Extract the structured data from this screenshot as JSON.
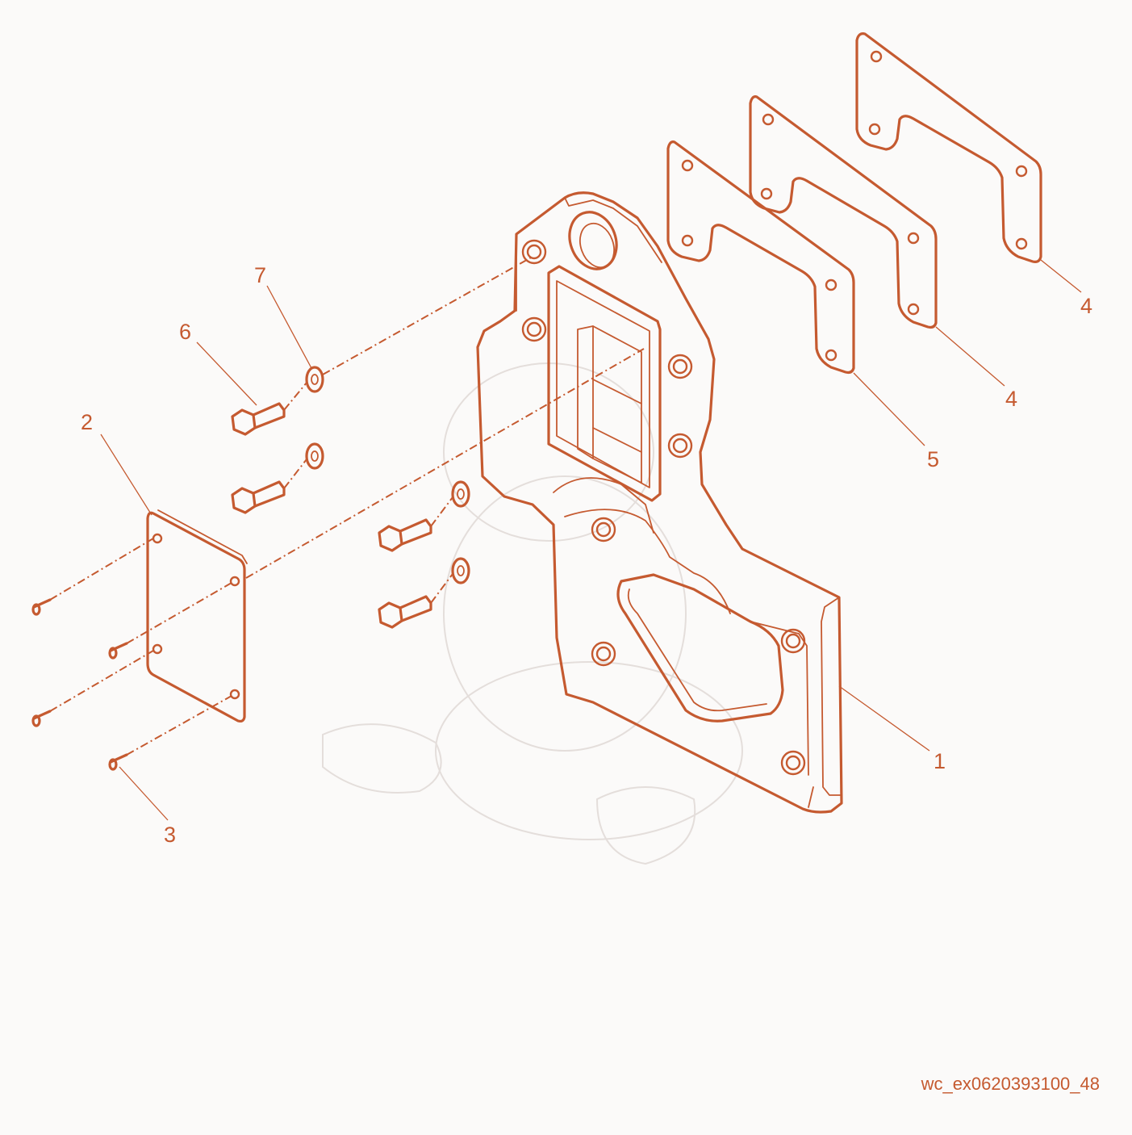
{
  "callouts": {
    "c1": "1",
    "c2": "2",
    "c3": "3",
    "c4a": "4",
    "c4b": "4",
    "c5": "5",
    "c6": "6",
    "c7": "7"
  },
  "document_code": "wc_ex0620393100_48",
  "colors": {
    "line": "#c55a30",
    "background": "#fbfaf9",
    "watermark": "#e4dedb"
  }
}
